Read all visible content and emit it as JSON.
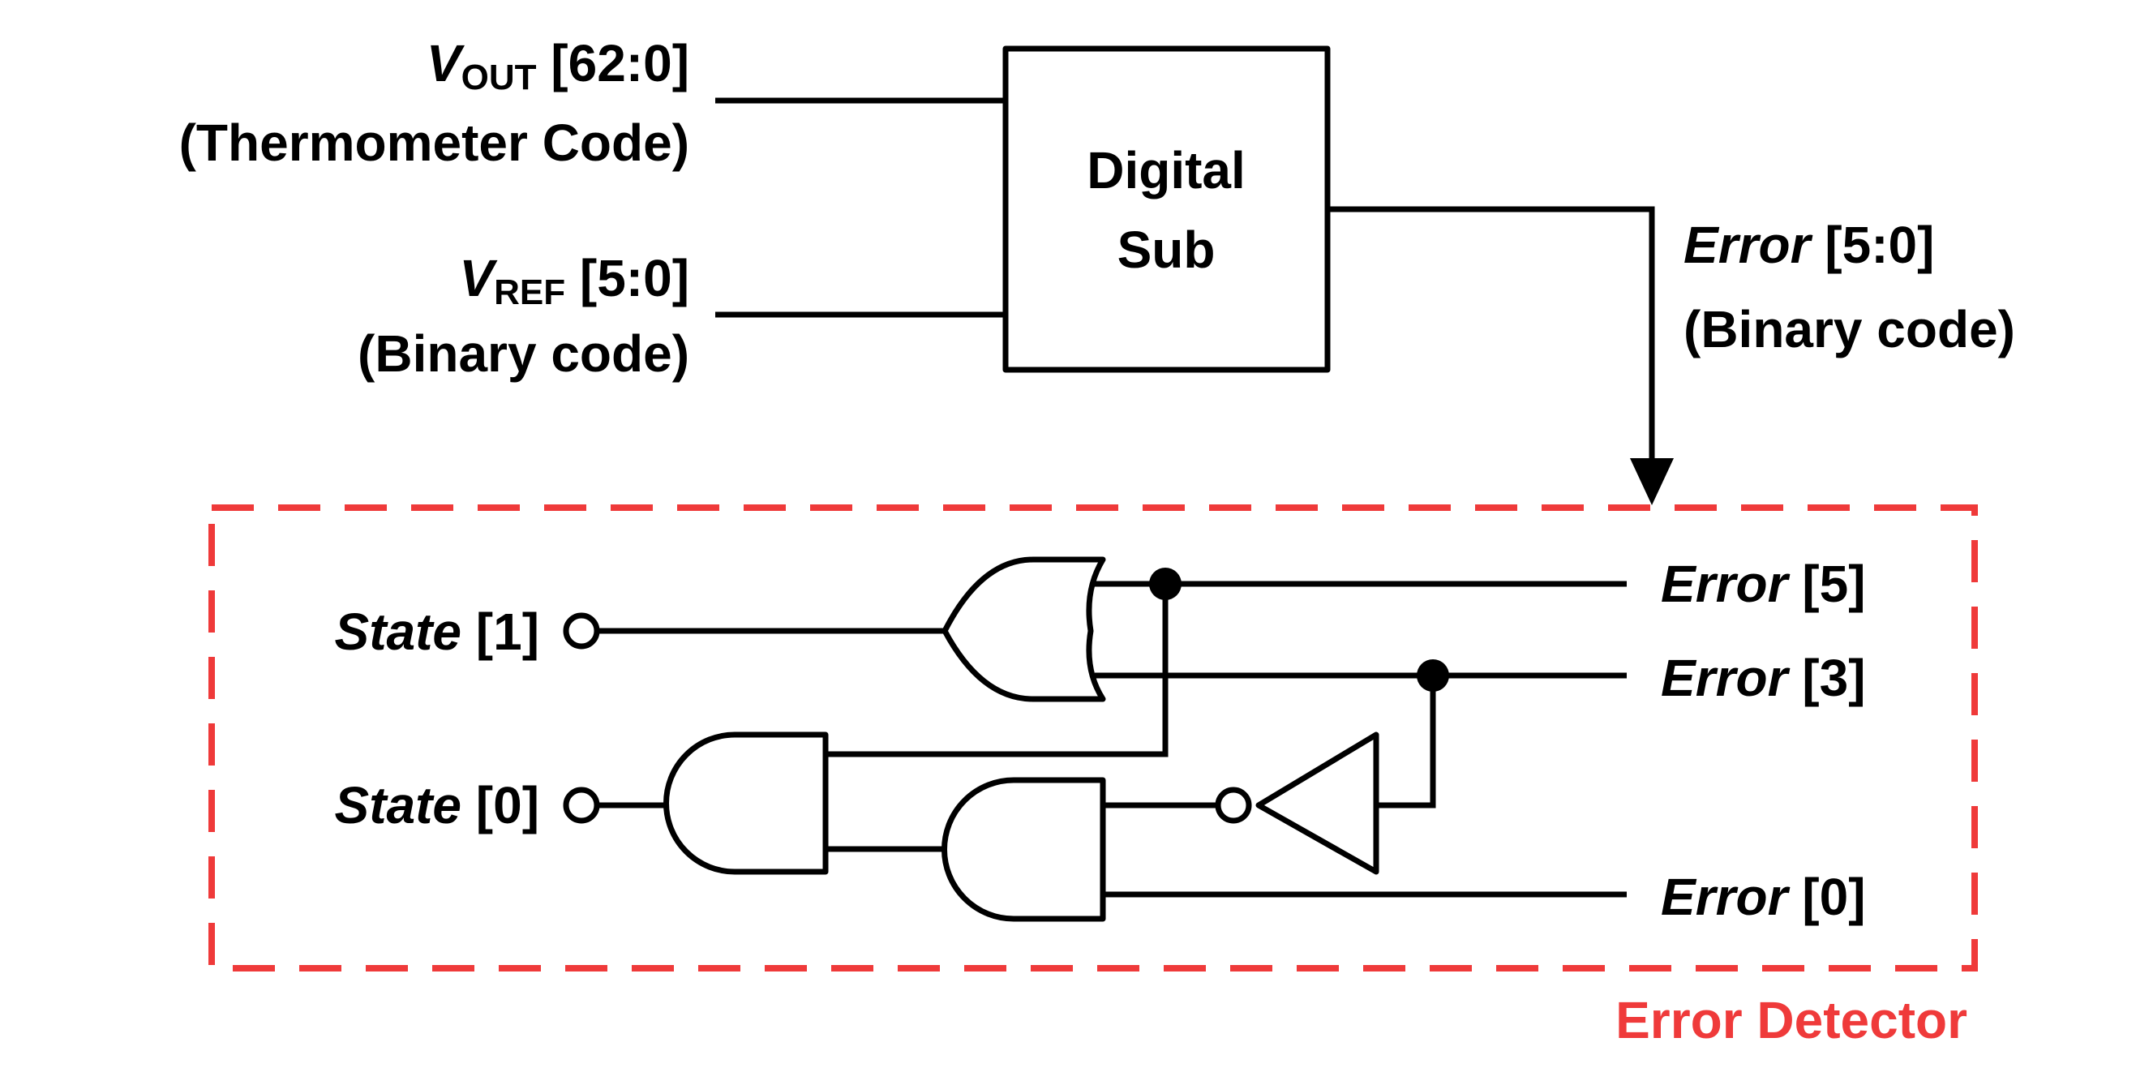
{
  "inputs": {
    "vout": {
      "symbol": "V",
      "subscript": "OUT",
      "bits": " [62:0]",
      "code": "(Thermometer Code)"
    },
    "vref": {
      "symbol": "V",
      "subscript": "REF",
      "bits": " [5:0]",
      "code": "(Binary code)"
    }
  },
  "block": {
    "line1": "Digital",
    "line2": "Sub"
  },
  "output": {
    "name": "Error",
    "bits": " [5:0]",
    "code": "(Binary code)"
  },
  "detector": {
    "title": "Error Detector",
    "states": [
      {
        "name": "State",
        "index": " [1]"
      },
      {
        "name": "State",
        "index": " [0]"
      }
    ],
    "errors": [
      {
        "name": "Error",
        "index": " [5]"
      },
      {
        "name": "Error",
        "index": " [3]"
      },
      {
        "name": "Error",
        "index": " [0]"
      }
    ]
  },
  "colors": {
    "ink": "#000000",
    "accent": "#ef3a3a",
    "background": "#ffffff"
  }
}
